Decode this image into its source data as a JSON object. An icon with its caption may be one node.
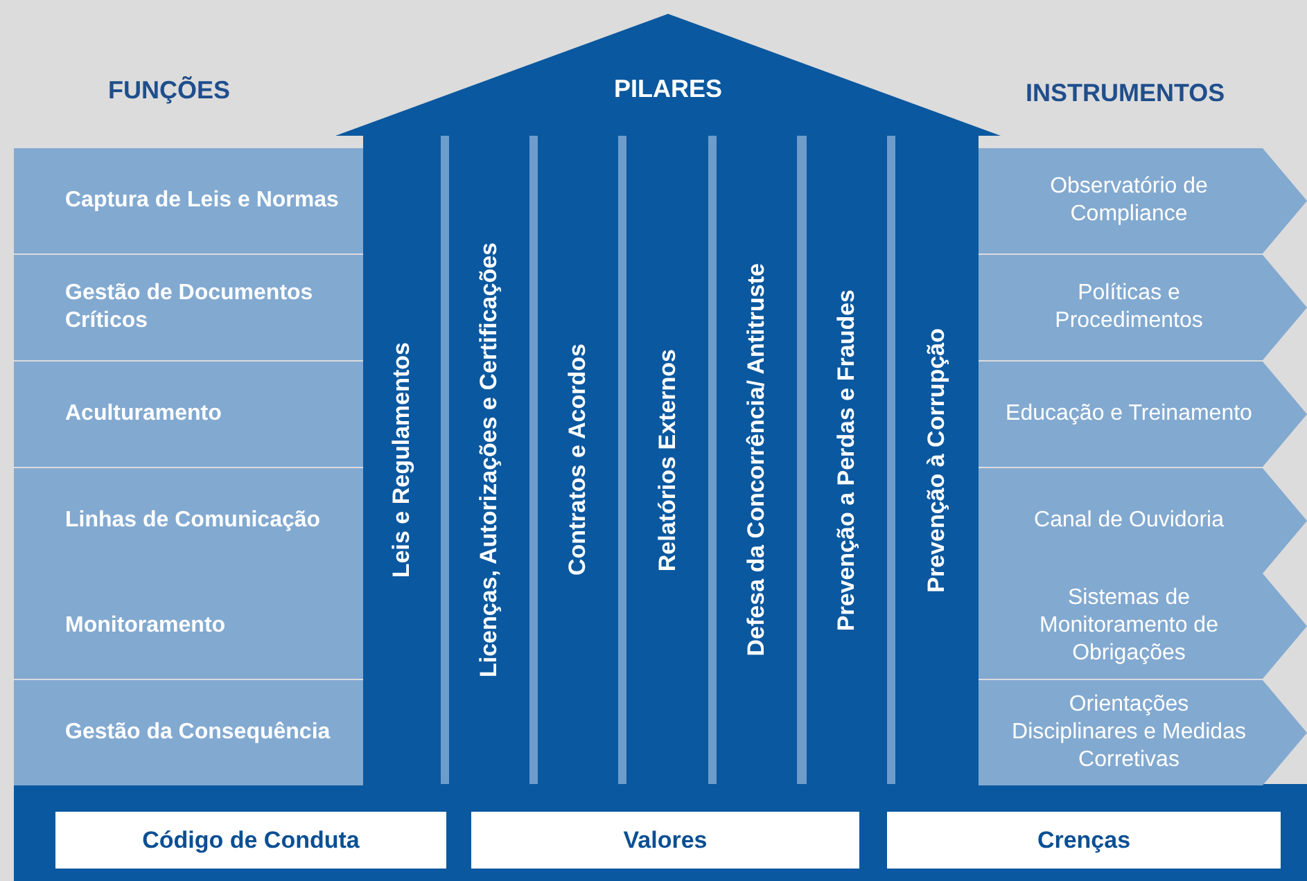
{
  "diagram": {
    "nodes": [
      {
        "text": [
          "PILARES"
        ]
      },
      {
        "text": [
          "Captura de Leis e Normas"
        ]
      },
      {
        "text": [
          "Gestão de Documentos Críticos"
        ]
      },
      {
        "text": [
          "Aculturamento"
        ]
      },
      {
        "text": [
          "Linhas de Comunicação"
        ]
      },
      {
        "text": [
          "Monitoramento"
        ]
      },
      {
        "text": [
          "Gestão da Consequência"
        ]
      },
      {
        "text": [
          "Leis e Regulamentos"
        ]
      },
      {
        "text": [
          "Licenças, Autorizações e Certificações"
        ]
      },
      {
        "text": [
          "Contratos e Acordos"
        ]
      },
      {
        "text": [
          "Relatórios Externos"
        ]
      },
      {
        "text": [
          "Defesa da Concorrência/ Antitruste"
        ]
      },
      {
        "text": [
          "Prevenção a Perdas e Fraudes"
        ]
      },
      {
        "text": [
          "Prevenção à Corrupção"
        ]
      },
      {
        "text": [
          "Observatório de Compliance"
        ]
      },
      {
        "text": [
          "Políticas e Procedimentos"
        ]
      },
      {
        "text": [
          "Educação e Treinamento"
        ]
      },
      {
        "text": [
          "Canal de Ouvidoria"
        ]
      },
      {
        "text": [
          "Sistemas de Monitoramento de Obrigações"
        ]
      },
      {
        "text": [
          "Orientações Disciplinares e Medidas Corretivas"
        ]
      },
      {
        "text": [
          "Código de Conduta"
        ]
      },
      {
        "text": [
          "Valores"
        ]
      },
      {
        "text": [
          "Crenças"
        ]
      }
    ],
    "labels": [
      "FUNÇÕES",
      "INSTRUMENTOS"
    ]
  }
}
